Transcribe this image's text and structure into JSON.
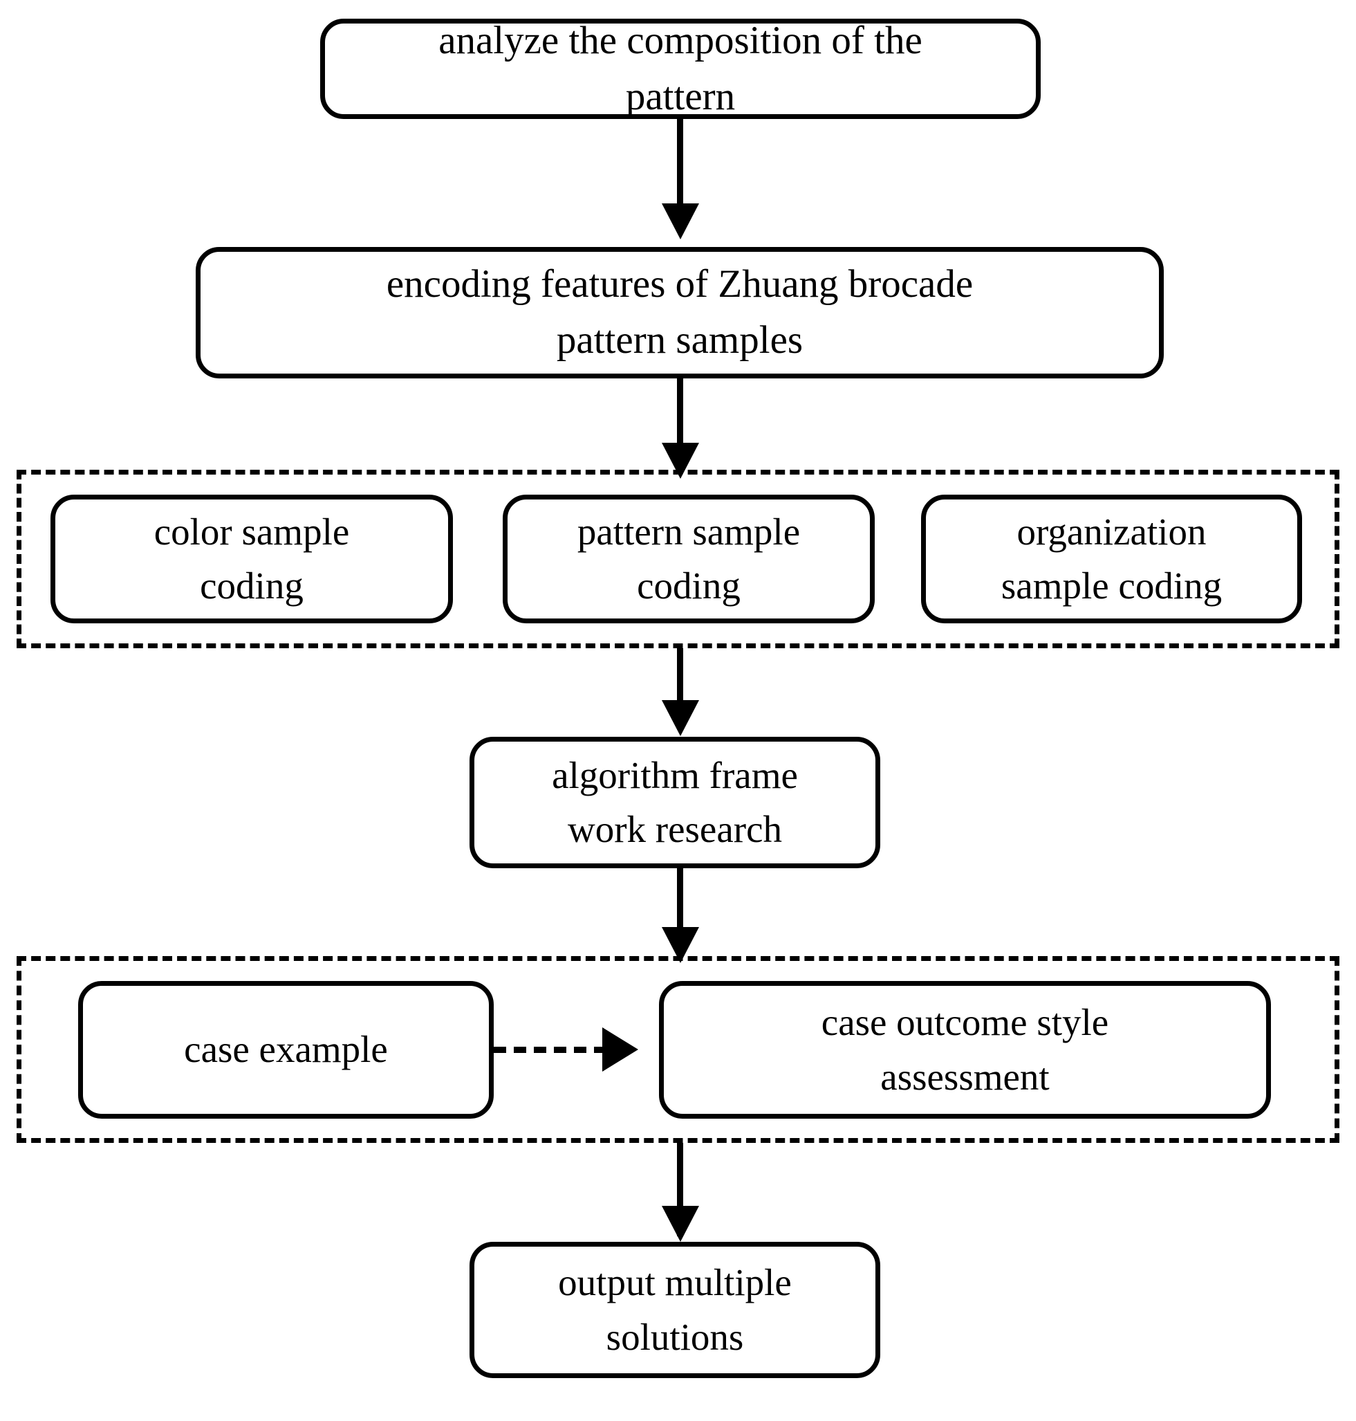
{
  "diagram": {
    "title": "Zhuang brocade pattern generation flowchart",
    "colors": {
      "stroke": "#000000",
      "fill": "#ffffff",
      "text": "#000000"
    },
    "nodes": {
      "analyze": {
        "line1": "analyze the composition of the",
        "line2": "pattern"
      },
      "encoding": {
        "line1": "encoding features of Zhuang brocade",
        "line2": "pattern samples"
      },
      "color_coding": {
        "line1": "color sample",
        "line2": "coding"
      },
      "pattern_coding": {
        "line1": "pattern sample",
        "line2": "coding"
      },
      "organization_coding": {
        "line1": "organization",
        "line2": "sample coding"
      },
      "algorithm": {
        "line1": "algorithm frame",
        "line2": "work research"
      },
      "case_example": {
        "line1": "case example"
      },
      "case_outcome": {
        "line1": "case outcome style",
        "line2": "assessment"
      },
      "output": {
        "line1": "output multiple",
        "line2": "solutions"
      }
    },
    "connectors": {
      "analyze_to_encoding": "solid-arrow-down",
      "encoding_to_coding_group": "solid-arrow-down",
      "coding_group_to_algorithm": "solid-arrow-down",
      "algorithm_to_case_group": "solid-arrow-down",
      "case_example_to_case_outcome": "dashed-arrow-right",
      "case_group_to_output": "solid-arrow-down"
    },
    "groups": {
      "coding_group": "dashed-container-sample-coding",
      "case_group": "dashed-container-case-study"
    }
  }
}
